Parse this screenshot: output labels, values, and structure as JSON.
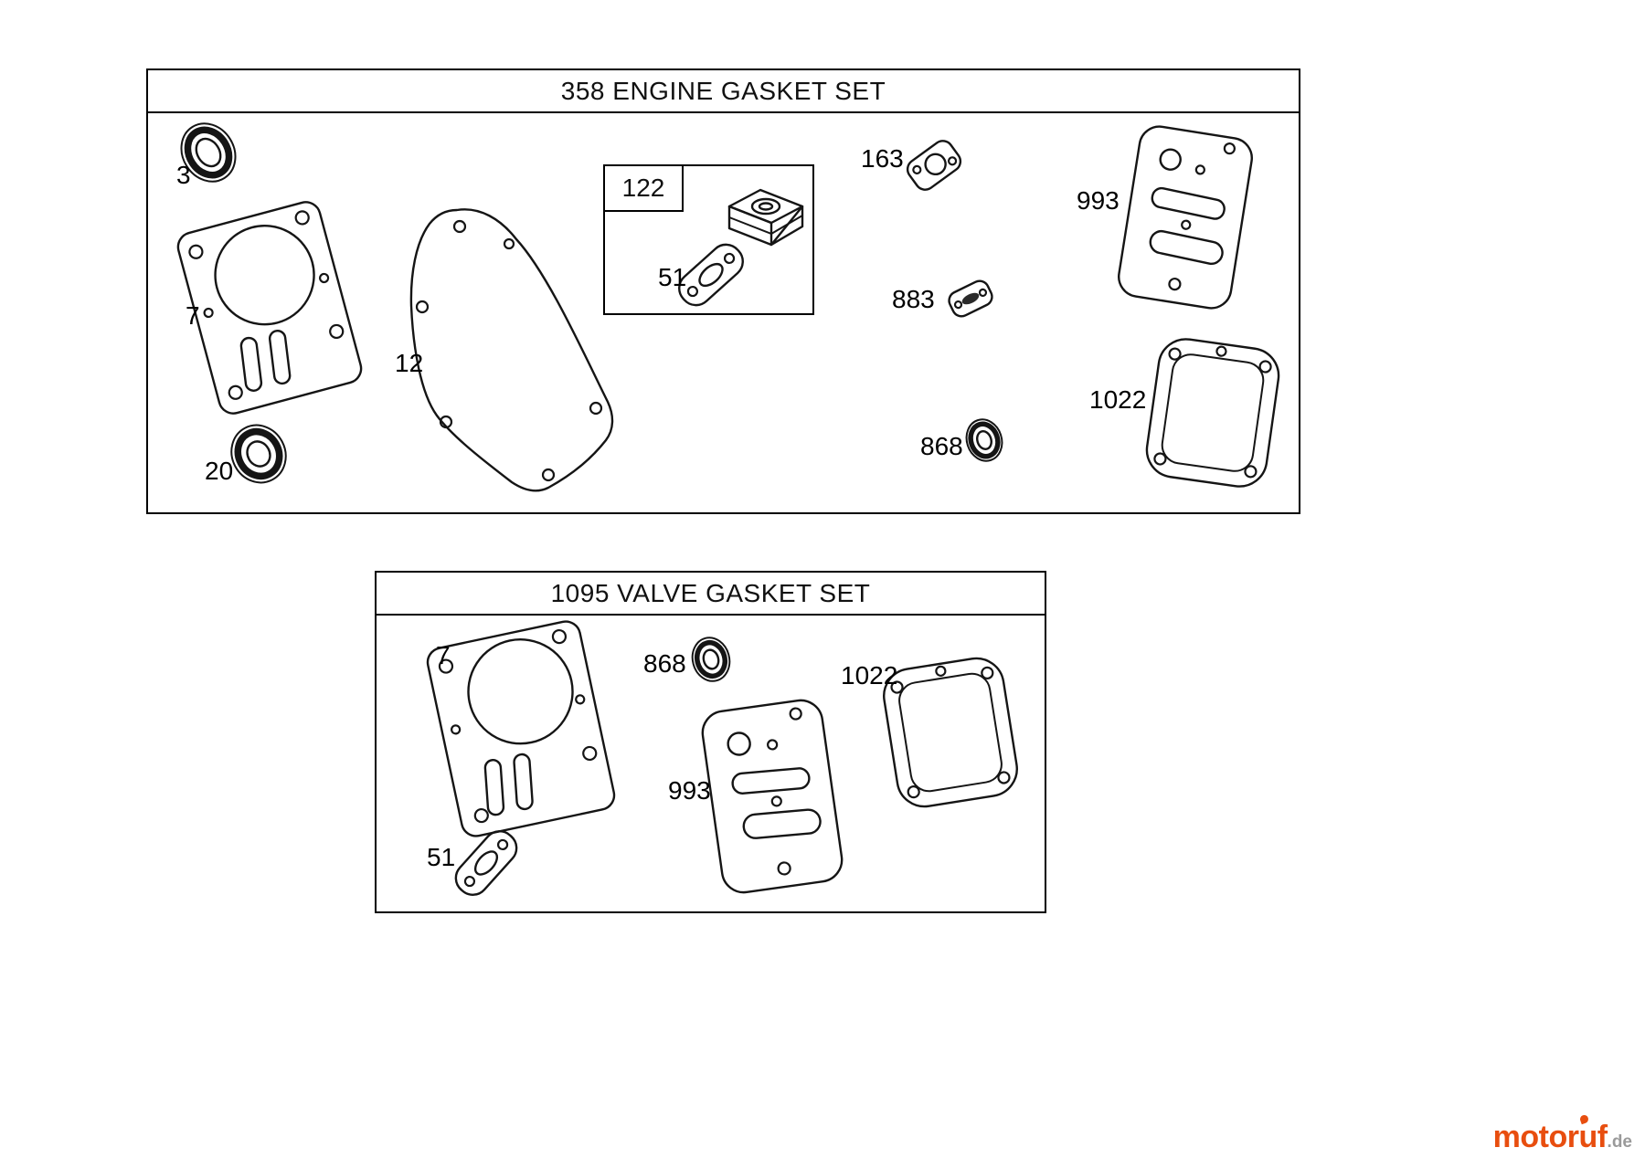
{
  "engine_set": {
    "title": "358 ENGINE GASKET SET",
    "parts": {
      "oil_seal_small": "3",
      "head_gasket": "7",
      "oil_seal_large": "20",
      "crankcase_gasket": "12",
      "carb_kit_box": "122",
      "carb_gasket": "51",
      "intake_gasket": "163",
      "breather_gasket": "883",
      "valve_seal": "868",
      "valve_cover_gasket": "993",
      "rocker_cover_gasket": "1022"
    }
  },
  "valve_set": {
    "title": "1095 VALVE GASKET SET",
    "parts": {
      "head_gasket": "7",
      "valve_seal": "868",
      "carb_gasket": "51",
      "valve_cover_gasket": "993",
      "rocker_cover_gasket": "1022"
    }
  },
  "watermark": {
    "brand": "motoruf",
    "suffix": ".de",
    "brand_color": "#e84e0f",
    "suffix_color": "#9a9a9a"
  }
}
